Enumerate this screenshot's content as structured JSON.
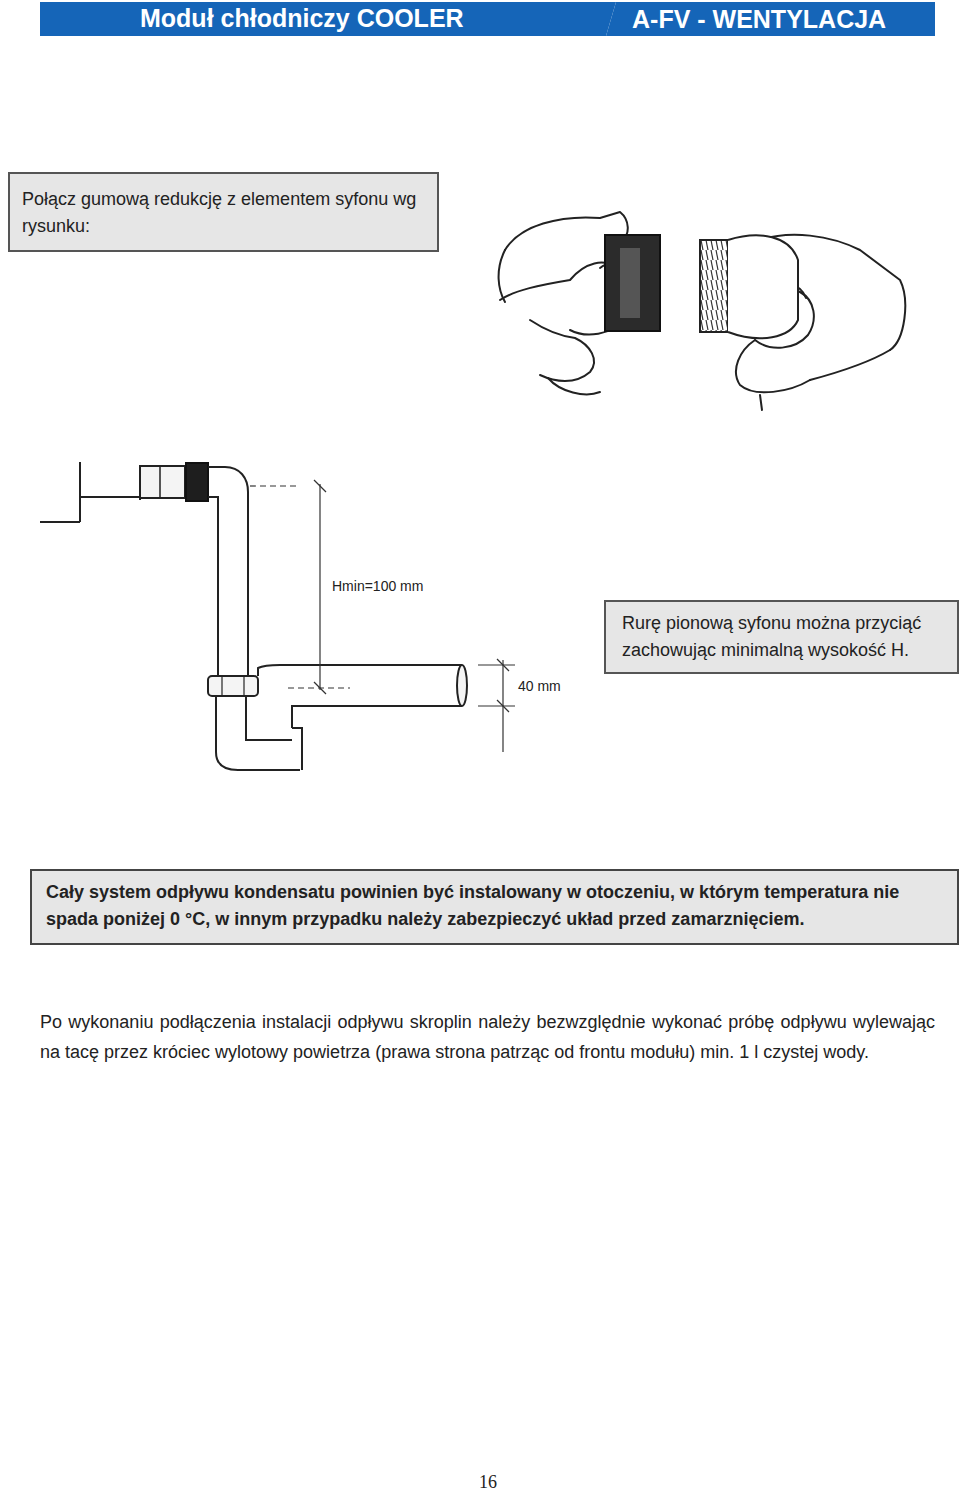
{
  "diagram": {
    "nodes": [
      {
        "text": [
          "Moduł chłodniczy COOLER"
        ]
      },
      {
        "text": [
          "A-FV - WENTYLACJA"
        ]
      },
      {
        "text": [
          "Połącz gumową redukcję z elementem syfonu wg rysunku:"
        ]
      },
      {
        "text": [
          "Rurę pionową syfonu można przyciąć zachowując minimalną wysokość H."
        ]
      },
      {
        "text": [
          "Cały system odpływu kondensatu powinien być instalowany w otoczeniu, w którym temperatura nie spada poniżej 0 °C, w innym przypadku należy zabezpieczyć układ przed zamarznięciem."
        ]
      }
    ],
    "labels": [
      "Hmin=100 mm",
      "40 mm",
      "Po wykonaniu podłączenia instalacji odpływu skroplin należy bezwzględnie wykonać próbę odpływu wylewając na tacę przez króciec wylotowy powietrza (prawa strona patrząc od frontu modułu) min. 1 l czystej wody.",
      "16"
    ]
  }
}
